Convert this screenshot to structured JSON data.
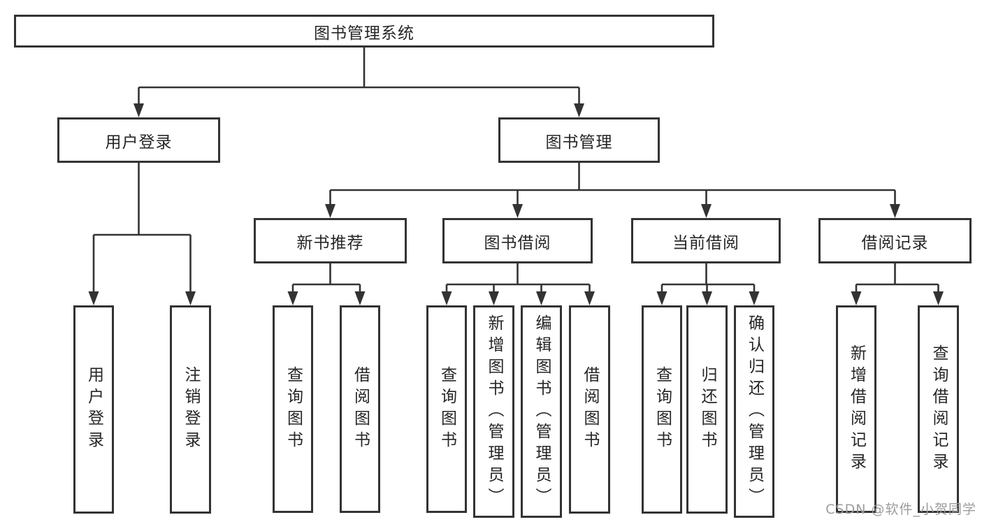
{
  "diagram": {
    "root": "图书管理系统",
    "level2": {
      "user_login": "用户登录",
      "book_management": "图书管理"
    },
    "level3": {
      "new_book_recommend": "新书推荐",
      "book_borrow": "图书借阅",
      "current_borrow": "当前借阅",
      "borrow_records": "借阅记录"
    },
    "leaves": {
      "user_login": [
        "用户登录",
        "注销登录"
      ],
      "new_book_recommend": [
        "查询图书",
        "借阅图书"
      ],
      "book_borrow": [
        "查询图书",
        "新增图书（管理员）",
        "编辑图书（管理员）",
        "借阅图书"
      ],
      "current_borrow": [
        "查询图书",
        "归还图书",
        "确认归还（管理员）"
      ],
      "borrow_records": [
        "新增借阅记录",
        "查询借阅记录"
      ]
    }
  },
  "watermark": "CSDN @软件_小贺同学",
  "colors": {
    "line": "#333333",
    "box_border": "#333333",
    "text": "#262626",
    "watermark": "#9c9c9c",
    "background": "#ffffff"
  }
}
